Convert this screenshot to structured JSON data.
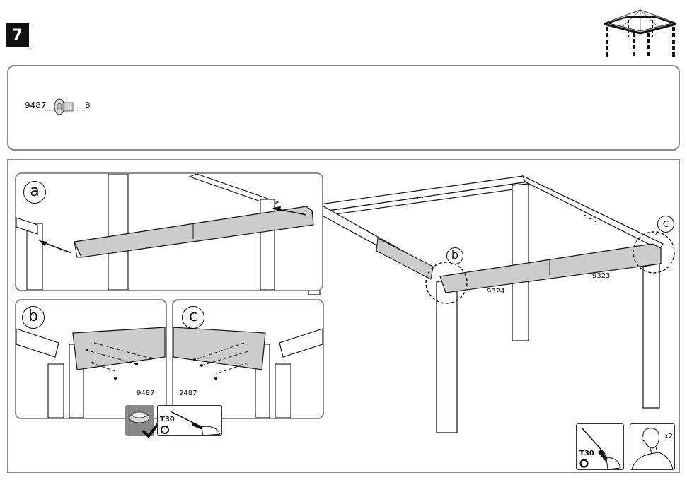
{
  "step": {
    "number": "7"
  },
  "parts": {
    "code": "9487",
    "qty": "8"
  },
  "callouts": {
    "a": "a",
    "b": "b",
    "c": "c"
  },
  "beams": {
    "beam1": "9324",
    "beam2": "9323"
  },
  "detail_b": {
    "screw_code": "9487"
  },
  "detail_c": {
    "screw_code": "9487"
  },
  "tools": {
    "driver_bit": "T30",
    "persons": "x2"
  },
  "icons": [
    "gazebo-overview-icon",
    "bolt-icon",
    "screwdriver-icon",
    "person-icon",
    "check-icon",
    "wrong-tool-icon"
  ]
}
